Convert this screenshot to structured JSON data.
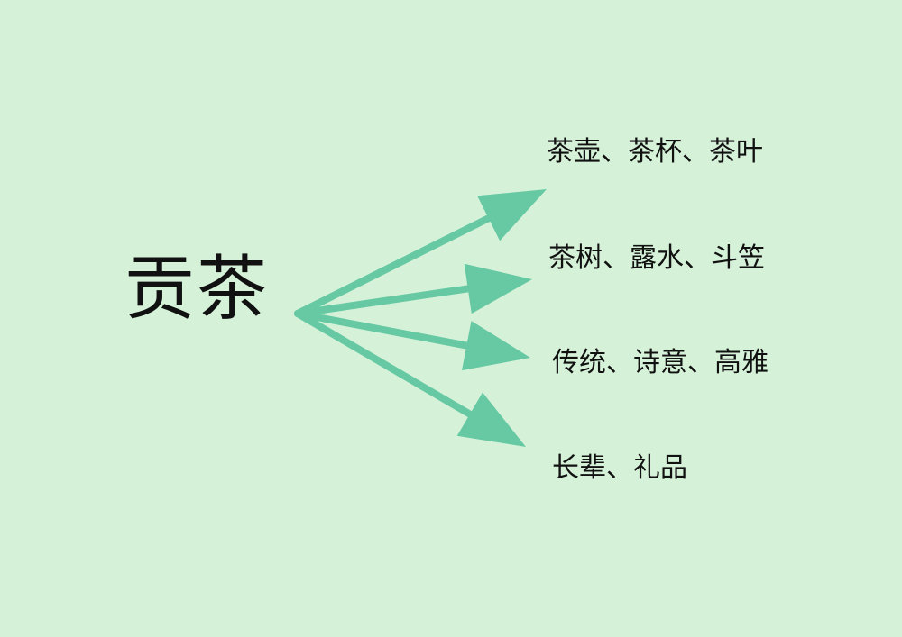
{
  "diagram": {
    "central_topic": "贡茶",
    "branches": [
      {
        "label": "茶壶、茶杯、茶叶"
      },
      {
        "label": "茶树、露水、斗笠"
      },
      {
        "label": "传统、诗意、高雅"
      },
      {
        "label": "长辈、礼品"
      }
    ],
    "colors": {
      "background": "#d5f2d8",
      "arrow": "#66c9a4",
      "text": "#111111"
    }
  }
}
